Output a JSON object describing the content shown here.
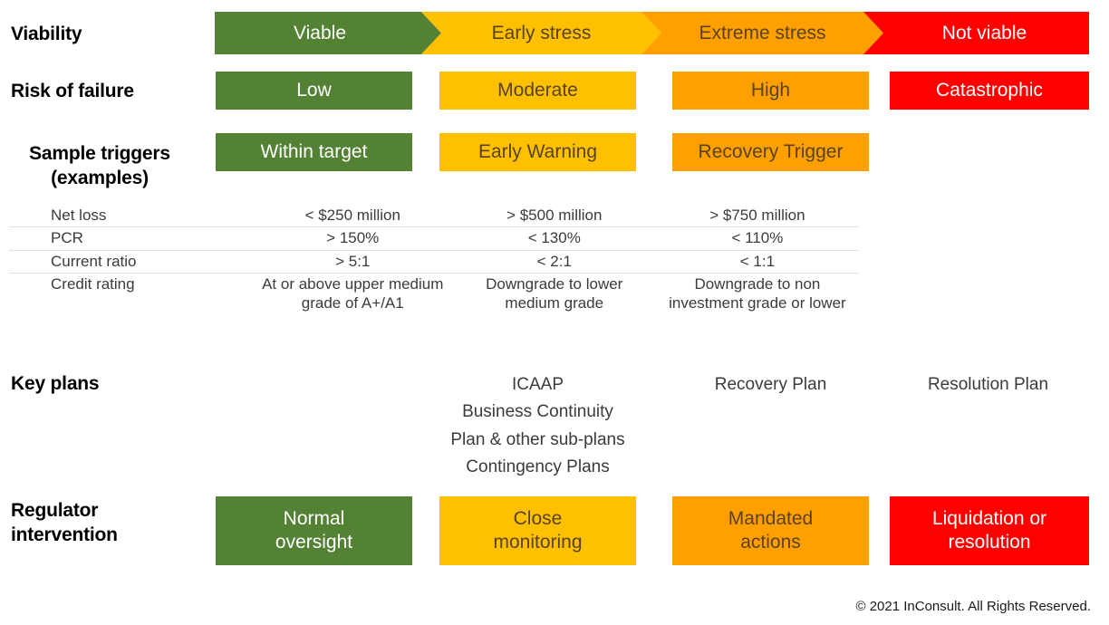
{
  "rows": {
    "viability": {
      "label": "Viability",
      "segments": [
        {
          "text": "Viable",
          "color": "#548235"
        },
        {
          "text": "Early stress",
          "color": "#FFC000"
        },
        {
          "text": "Extreme stress",
          "color": "#FFA000"
        },
        {
          "text": "Not viable",
          "color": "#FF0000"
        }
      ]
    },
    "risk_of_failure": {
      "label": "Risk of failure",
      "chips": [
        {
          "text": "Low",
          "color": "#548235"
        },
        {
          "text": "Moderate",
          "color": "#FFC000"
        },
        {
          "text": "High",
          "color": "#FFA000"
        },
        {
          "text": "Catastrophic",
          "color": "#FF0000"
        }
      ]
    },
    "sample_triggers": {
      "label_line1": "Sample triggers",
      "label_line2": "(examples)",
      "chips": [
        {
          "text": "Within target",
          "color": "#548235"
        },
        {
          "text": "Early Warning",
          "color": "#FFC000"
        },
        {
          "text": "Recovery Trigger",
          "color": "#FFA000"
        }
      ],
      "table": {
        "metrics": [
          "Net loss",
          "PCR",
          "Current ratio",
          "Credit rating"
        ],
        "values": [
          [
            "< $250 million",
            "> $500 million",
            "> $750 million"
          ],
          [
            "> 150%",
            "< 130%",
            "< 110%"
          ],
          [
            "> 5:1",
            "< 2:1",
            "< 1:1"
          ],
          [
            "At or above upper medium grade of A+/A1",
            "Downgrade to lower medium grade",
            "Downgrade to non investment grade or lower"
          ]
        ]
      }
    },
    "key_plans": {
      "label": "Key plans",
      "columns": [
        "",
        "ICAAP\nBusiness Continuity\nPlan & other sub-plans\nContingency Plans",
        "Recovery Plan",
        "Resolution Plan"
      ],
      "col_2": "ICAAP",
      "col_2_line2": "Business Continuity",
      "col_2_line3": "Plan & other sub-plans",
      "col_2_line4": "Contingency Plans",
      "col_3": "Recovery Plan",
      "col_4": "Resolution Plan"
    },
    "regulator_intervention": {
      "label_line1": "Regulator",
      "label_line2": "intervention",
      "chips": [
        {
          "text": "Normal oversight",
          "line1": "Normal",
          "line2": "oversight",
          "color": "#548235"
        },
        {
          "text": "Close monitoring",
          "line1": "Close",
          "line2": "monitoring",
          "color": "#FFC000"
        },
        {
          "text": "Mandated actions",
          "line1": "Mandated",
          "line2": "actions",
          "color": "#FFA000"
        },
        {
          "text": "Liquidation or resolution",
          "line1": "Liquidation or",
          "line2": "resolution",
          "color": "#FF0000"
        }
      ]
    }
  },
  "footer": {
    "copyright": "© 2021 InConsult.  All Rights Reserved."
  },
  "colors": {
    "green": "#548235",
    "yellow": "#FFC000",
    "orange": "#FFA000",
    "red": "#FF0000",
    "background": "#FFFFFF",
    "rule": "#E2E2E2"
  }
}
